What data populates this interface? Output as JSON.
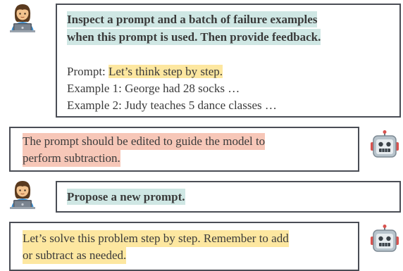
{
  "panel_1": {
    "instruction_line_1": "Inspect a prompt and a batch of failure examples",
    "instruction_line_2": "when this prompt is used. Then provide feedback.",
    "prompt_label": "Prompt: ",
    "prompt_text": "Let’s think step by step.",
    "example_1": "Example 1: George had 28 socks …",
    "example_2": "Example 2: Judy teaches 5 dance classes …"
  },
  "panel_2": {
    "feedback_line_1": "The prompt should be edited to guide the model to",
    "feedback_line_2": "perform subtraction."
  },
  "panel_3": {
    "instruction": "Propose a new prompt."
  },
  "panel_4": {
    "new_prompt_line_1": "Let’s solve this problem step by step. Remember to add",
    "new_prompt_line_2": "or subtract as needed."
  },
  "icons": {
    "user": "technologist-icon",
    "robot": "robot-icon"
  },
  "colors": {
    "border": "#4a4d55",
    "instruction_highlight": "#cfe7e4",
    "prompt_highlight": "#fde7a0",
    "feedback_highlight": "#f7c7b8"
  }
}
